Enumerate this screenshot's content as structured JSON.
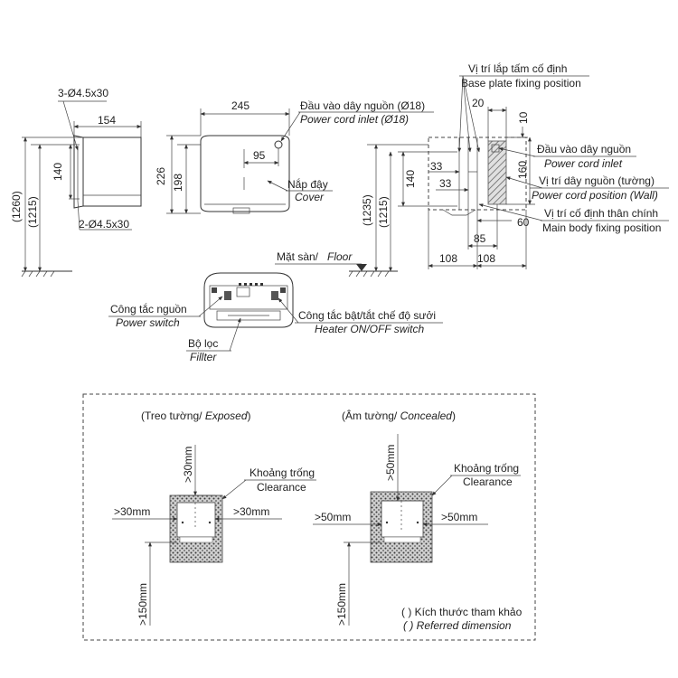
{
  "side_view": {
    "hole_top": "3-Ø4.5x30",
    "width": "154",
    "dim_1260": "(1260)",
    "dim_1215": "(1215)",
    "dim_140": "140",
    "hole_bottom": "2-Ø4.5x30"
  },
  "front_view": {
    "width": "245",
    "inlet_offset": "95",
    "height_226": "226",
    "height_198": "198",
    "inlet_vi": "Đầu vào dây nguồn (Ø18)",
    "inlet_en": "Power cord inlet (Ø18)",
    "cover_vi": "Nắp đậy",
    "cover_en": "Cover",
    "floor_vi": "Mặt sàn/",
    "floor_en": "Floor"
  },
  "back_view": {
    "base_plate_vi": "Vị trí lắp tấm cố định",
    "base_plate_en": "Base plate fixing position",
    "dim_20": "20",
    "dim_10": "10",
    "inlet_vi": "Đầu vào dây nguồn",
    "inlet_en": "Power cord inlet",
    "cord_pos_vi": "Vị trí dây nguồn (tường)",
    "cord_pos_en": "Power cord position (Wall)",
    "dim_33a": "33",
    "dim_33b": "33",
    "dim_160": "160",
    "dim_140": "140",
    "dim_1235": "(1235)",
    "dim_1215": "(1215)",
    "main_fix_vi": "Vị trí cố định thân chính",
    "main_fix_en": "Main body fixing position",
    "dim_60": "60",
    "dim_85": "85",
    "dim_108a": "108",
    "dim_108b": "108"
  },
  "bottom_view": {
    "power_switch_vi": "Công tắc nguồn",
    "power_switch_en": "Power switch",
    "heater_vi": "Công tắc bật/tắt chế độ sưởi",
    "heater_en": "Heater ON/OFF switch",
    "filter_vi": "Bộ lọc",
    "filter_en": "Fillter"
  },
  "clearance": {
    "exposed_prefix": "(Treo tường/ ",
    "exposed_word": "Exposed",
    "exposed_suffix": ")",
    "concealed_prefix": "(Âm tường/ ",
    "concealed_word": "Concealed",
    "concealed_suffix": ")",
    "exposed_top": ">30mm",
    "exposed_left": ">30mm",
    "exposed_right": ">30mm",
    "exposed_bottom": ">150mm",
    "concealed_top": ">50mm",
    "concealed_left": ">50mm",
    "concealed_right": ">50mm",
    "concealed_bottom": ">150mm",
    "clearance_vi": "Khoảng trống",
    "clearance_en": "Clearance",
    "note_vi": "( ) Kích thước tham khảo",
    "note_en": "( ) Referred dimension"
  }
}
